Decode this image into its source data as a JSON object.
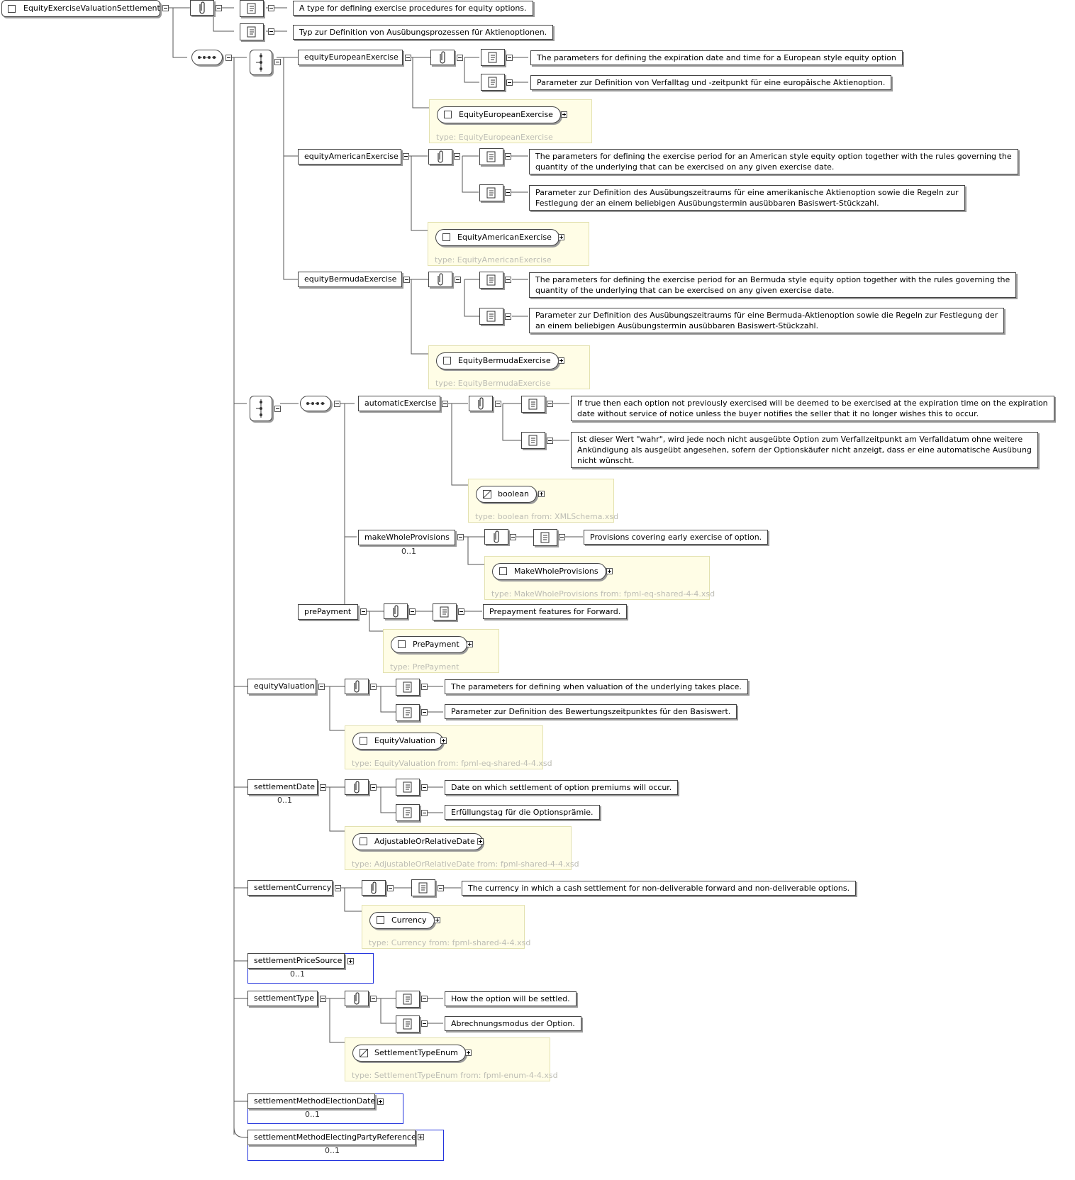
{
  "root": {
    "label": "EquityExerciseValuationSettlement",
    "doc_en": "A type for defining exercise procedures for equity options.",
    "doc_de": "Typ zur Definition von Ausübungsprozessen für Aktienoptionen."
  },
  "choice1": {
    "equityEuropeanExercise": {
      "label": "equityEuropeanExercise",
      "doc_en": "The parameters for defining the expiration date and time for a European style equity option",
      "doc_de": "Parameter zur Definition von Verfalltag und -zeitpunkt für eine europäische Aktienoption.",
      "type_name": "EquityEuropeanExercise",
      "type_label": "type: EquityEuropeanExercise"
    },
    "equityAmericanExercise": {
      "label": "equityAmericanExercise",
      "doc_en_1": "The parameters for defining the exercise period for an American style equity option together with the rules governing the",
      "doc_en_2": "quantity of the underlying that can be exercised on any given exercise date.",
      "doc_de_1": "Parameter zur Definition des Ausübungszeitraums für eine amerikanische Aktienoption sowie die Regeln zur",
      "doc_de_2": "Festlegung der an einem beliebigen Ausübungstermin ausübbaren Basiswert-Stückzahl.",
      "type_name": "EquityAmericanExercise",
      "type_label": "type: EquityAmericanExercise"
    },
    "equityBermudaExercise": {
      "label": "equityBermudaExercise",
      "doc_en_1": "The parameters for defining the exercise period for an Bermuda style equity option together with the rules governing the",
      "doc_en_2": "quantity of the underlying that can be exercised on any given exercise date.",
      "doc_de_1": "Parameter zur Definition des Ausübungszeitraums für eine Bermuda-Aktienoption sowie die Regeln zur Festlegung der",
      "doc_de_2": "an einem beliebigen Ausübungstermin ausübbaren Basiswert-Stückzahl.",
      "type_name": "EquityBermudaExercise",
      "type_label": "type: EquityBermudaExercise"
    }
  },
  "choice2": {
    "automaticExercise": {
      "label": "automaticExercise",
      "doc_en_1": "If true then each option not previously exercised will be deemed to be exercised at the expiration time on the expiration",
      "doc_en_2": "date without service of notice unless the buyer notifies the seller that it no longer wishes this to occur.",
      "doc_de_1": "Ist dieser Wert \"wahr\", wird jede noch nicht ausgeübte Option zum Verfallzeitpunkt am Verfalldatum ohne weitere",
      "doc_de_2": "Ankündigung als ausgeübt angesehen, sofern der Optionskäufer nicht anzeigt, dass er eine automatische Ausübung",
      "doc_de_3": "nicht wünscht.",
      "type_name": "boolean",
      "type_label": "type: boolean from: XMLSchema.xsd"
    },
    "makeWholeProvisions": {
      "label": "makeWholeProvisions",
      "occurs": "0..1",
      "doc_en": "Provisions covering early exercise of option.",
      "type_name": "MakeWholeProvisions",
      "type_label": "type: MakeWholeProvisions from: fpml-eq-shared-4-4.xsd"
    },
    "prePayment": {
      "label": "prePayment",
      "doc_en": "Prepayment features for Forward.",
      "type_name": "PrePayment",
      "type_label": "type: PrePayment"
    }
  },
  "equityValuation": {
    "label": "equityValuation",
    "doc_en": "The parameters for defining when valuation of the underlying takes place.",
    "doc_de": "Parameter zur Definition des Bewertungszeitpunktes für den Basiswert.",
    "type_name": "EquityValuation",
    "type_label": "type: EquityValuation from: fpml-eq-shared-4-4.xsd"
  },
  "settlementDate": {
    "label": "settlementDate",
    "occurs": "0..1",
    "doc_en": "Date on which settlement of option premiums will occur.",
    "doc_de": "Erfüllungstag für die Optionsprämie.",
    "type_name": "AdjustableOrRelativeDate",
    "type_label": "type: AdjustableOrRelativeDate from: fpml-shared-4-4.xsd"
  },
  "settlementCurrency": {
    "label": "settlementCurrency",
    "doc_en": "The currency in which a cash settlement for non-deliverable forward and non-deliverable options.",
    "type_name": "Currency",
    "type_label": "type: Currency from: fpml-shared-4-4.xsd"
  },
  "settlementPriceSource": {
    "label": "settlementPriceSource",
    "occurs": "0..1"
  },
  "settlementType": {
    "label": "settlementType",
    "doc_en": "How the option will be settled.",
    "doc_de": "Abrechnungsmodus der Option.",
    "type_name": "SettlementTypeEnum",
    "type_label": "type: SettlementTypeEnum from: fpml-enum-4-4.xsd"
  },
  "settlementMethodElectionDate": {
    "label": "settlementMethodElectionDate",
    "occurs": "0..1"
  },
  "settlementMethodElectingPartyReference": {
    "label": "settlementMethodElectingPartyReference",
    "occurs": "0..1"
  }
}
